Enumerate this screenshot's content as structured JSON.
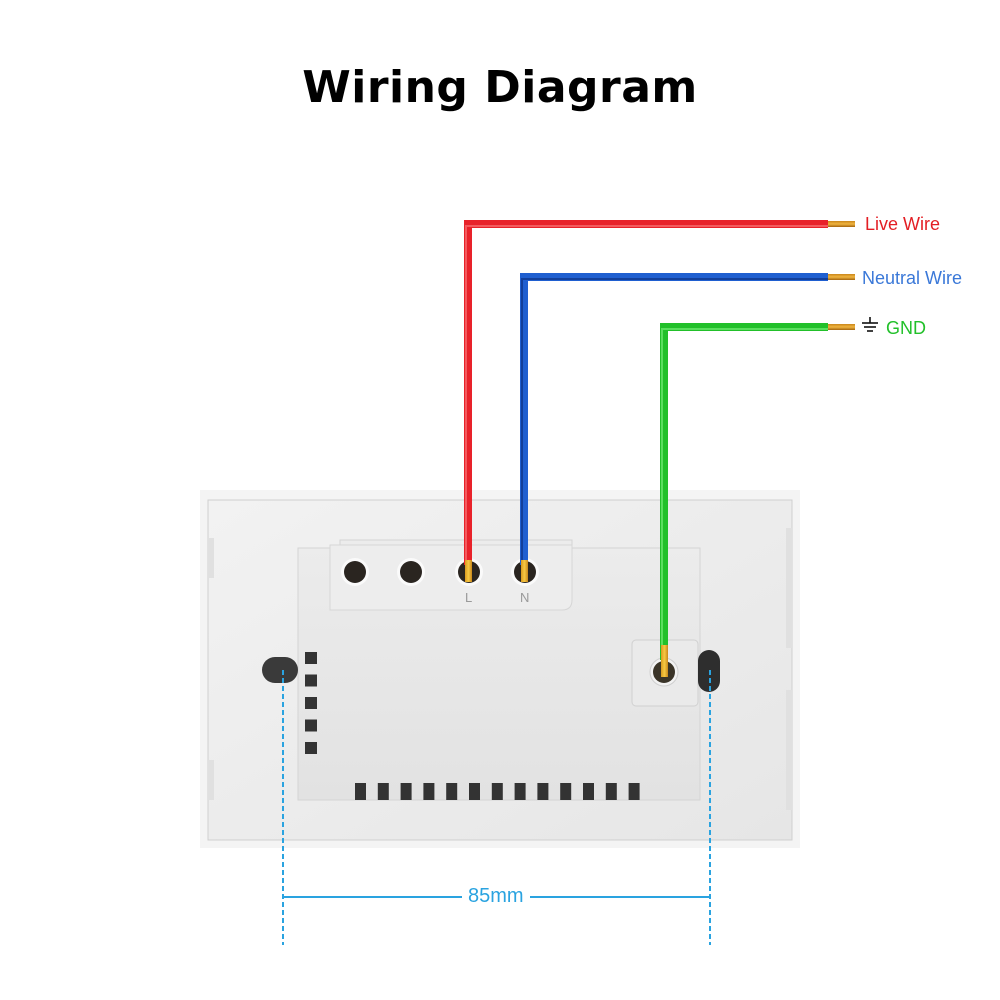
{
  "title": "Wiring Diagram",
  "wires": [
    {
      "id": "live",
      "label": "Live Wire",
      "color": "#e8222a",
      "terminal": "L"
    },
    {
      "id": "neutral",
      "label": "Neutral Wire",
      "color": "#1f5fd0",
      "terminal": "N"
    },
    {
      "id": "ground",
      "label": "GND",
      "color": "#22c02a",
      "terminal": "ground-screw",
      "symbol": "ground-icon"
    }
  ],
  "label_colors": {
    "live": "#e31e24",
    "neutral": "#3a78d8",
    "ground": "#22c02a"
  },
  "terminals": [
    {
      "label": "",
      "state": "empty"
    },
    {
      "label": "",
      "state": "empty"
    },
    {
      "label": "L",
      "state": "connected"
    },
    {
      "label": "N",
      "state": "connected"
    }
  ],
  "dimension": {
    "value": "85mm",
    "color": "#2aa3e0"
  },
  "vent_slots_bottom": 13,
  "vent_slots_side": 5
}
